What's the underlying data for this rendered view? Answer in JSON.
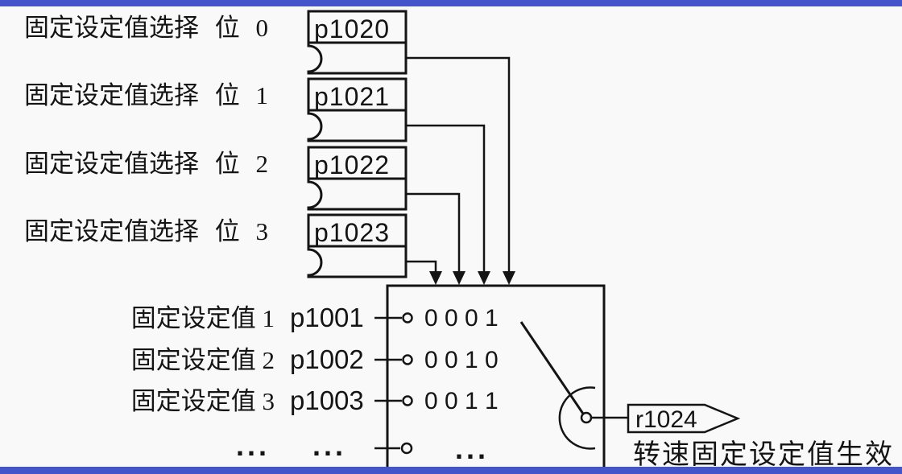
{
  "diagram": {
    "title_hint": "speed-fixed-setpoint-selection-function-diagram",
    "colors": {
      "ink": "#141414",
      "background": "#f9f9f9",
      "accent_bar": "#4355c8"
    },
    "bit_inputs": [
      {
        "label": "固定设定值选择 位 0",
        "param": "p1020"
      },
      {
        "label": "固定设定值选择 位 1",
        "param": "p1021"
      },
      {
        "label": "固定设定值选择 位 2",
        "param": "p1022"
      },
      {
        "label": "固定设定值选择 位 3",
        "param": "p1023"
      }
    ],
    "selector": {
      "rows": [
        {
          "label": "固定设定值 1",
          "param": "p1001",
          "code": "0 0 0 1"
        },
        {
          "label": "固定设定值 2",
          "param": "p1002",
          "code": "0 0 1 0"
        },
        {
          "label": "固定设定值 3",
          "param": "p1003",
          "code": "0 0 1 1"
        }
      ],
      "ellipsis": {
        "labels": "...",
        "params": "...",
        "codes": "..."
      }
    },
    "output": {
      "param": "r1024",
      "caption": "转速固定设定值生效"
    }
  }
}
